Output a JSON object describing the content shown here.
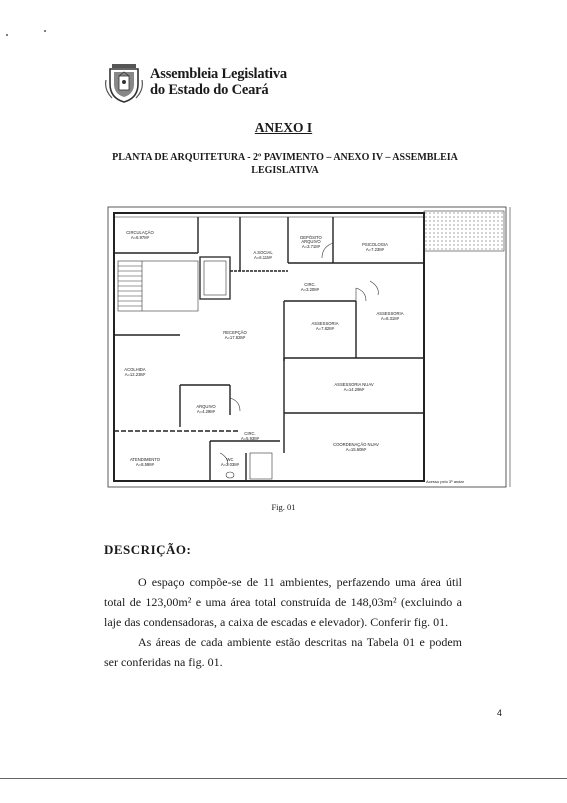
{
  "header": {
    "org_line1": "Assembleia Legislativa",
    "org_line2": "do Estado do Ceará"
  },
  "annex_title": "ANEXO I",
  "subtitle_line1": "PLANTA DE ARQUITETURA - 2º PAVIMENTO – ANEXO IV – ASSEMBLEIA",
  "subtitle_line2": "LEGISLATIVA",
  "plan": {
    "rooms": [
      {
        "name": "CIRCULAÇÃO",
        "area": "A=6.97M²"
      },
      {
        "name": "A.SOCIAL",
        "area": "A=6.11M²"
      },
      {
        "name": "DEPÓSITO",
        "name2": "ARQUIVO",
        "area": "A=3.71M²"
      },
      {
        "name": "PSICOLOGIA",
        "area": "A=7.23M²"
      },
      {
        "name": "CIRC.",
        "area": "A=3.20M²"
      },
      {
        "name": "ASSESSORIA",
        "area": "A=8.31M²"
      },
      {
        "name": "ASSESSORIA",
        "area": "A=7.82M²"
      },
      {
        "name": "RECEPÇÃO",
        "area": "A=17.82M²"
      },
      {
        "name": "ACOLHIDA",
        "area": "A=12.23M²"
      },
      {
        "name": "ASSESSORIA NUAV",
        "area": "A=14.29M²"
      },
      {
        "name": "ARQUIVO",
        "area": "A=4.29M²"
      },
      {
        "name": "CIRC.",
        "area": "A=5.93M²"
      },
      {
        "name": "COORDENAÇÃO NUAV",
        "area": "A=15.60M²"
      },
      {
        "name": "ATENDIMENTO",
        "area": "A=8.59M²"
      },
      {
        "name": "WC",
        "area": "A=2.03M²"
      }
    ],
    "note": "Acesso pelo 3º andar"
  },
  "figure_caption": "Fig. 01",
  "description_heading": "DESCRIÇÃO:",
  "paragraph1": "O espaço compõe-se de 11 ambientes, perfazendo uma área útil total de 123,00m² e uma área total construída de 148,03m² (excluindo a laje das condensadoras, a caixa de escadas e elevador). Conferir fig. 01.",
  "paragraph2": "As áreas de cada ambiente estão descritas na Tabela 01 e podem ser conferidas na fig. 01.",
  "page_number": "4"
}
